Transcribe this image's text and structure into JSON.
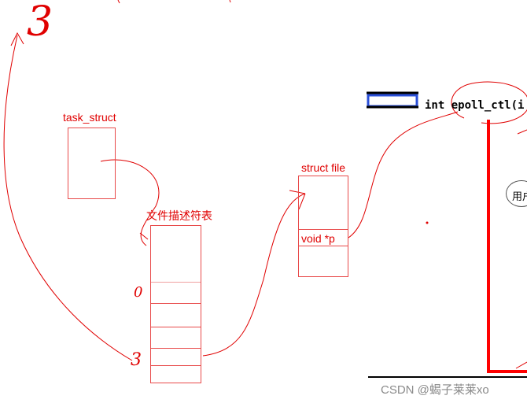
{
  "labels": {
    "task_struct": "task_struct",
    "fd_table": "文件描述符表",
    "struct_file": "struct file",
    "void_p": "void *p",
    "index_0": "0",
    "index_3": "3",
    "top_number": "3"
  },
  "code": {
    "epoll_ctl_snippet": "int epoll_ctl(i"
  },
  "bubble": {
    "text": "用户"
  },
  "watermark": {
    "text": "CSDN @蝎子莱莱xo"
  },
  "colors": {
    "ink_red": "#e00000",
    "box_red": "#e84a4a",
    "thick_red": "#ff0000",
    "blue_marker": "#2a4fd8",
    "watermark_gray": "#8a8a8a"
  }
}
